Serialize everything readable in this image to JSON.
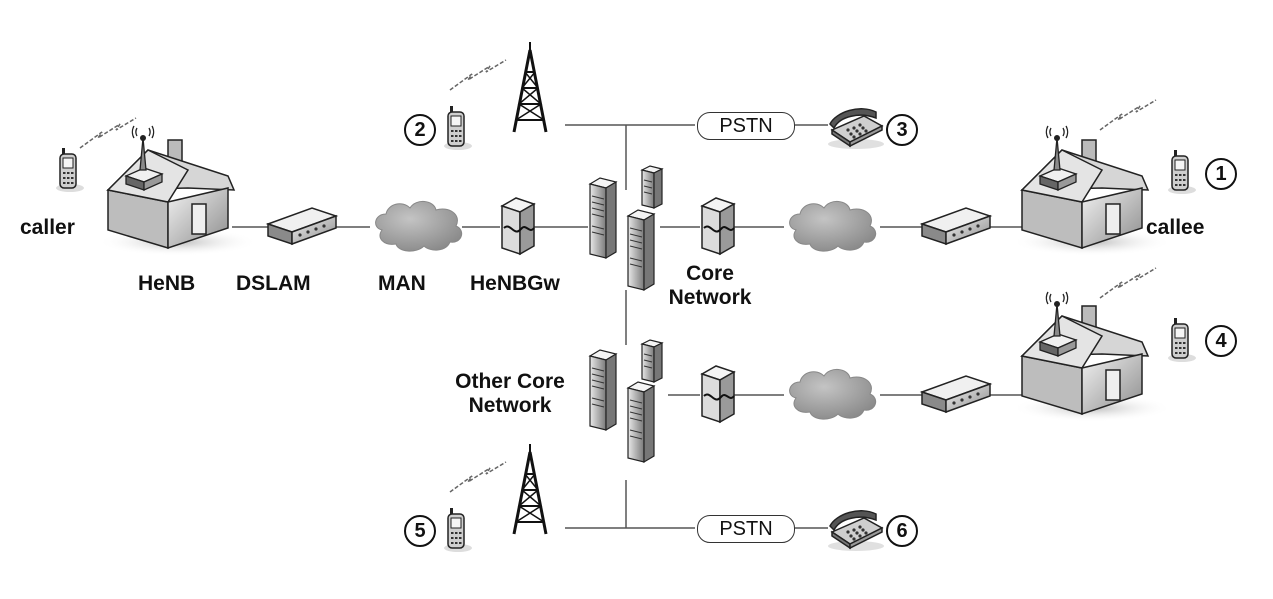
{
  "labels": {
    "caller": "caller",
    "callee": "callee",
    "henb": "HeNB",
    "dslam": "DSLAM",
    "man": "MAN",
    "henbgw": "HeNBGw",
    "core_network": [
      "Core",
      "Network"
    ],
    "other_core_network": [
      "Other Core",
      "Network"
    ]
  },
  "pstn": [
    "PSTN",
    "PSTN"
  ],
  "numbers": [
    "1",
    "2",
    "3",
    "4",
    "5",
    "6"
  ],
  "colors": {
    "line": "#555555",
    "cloud": "#9a9a9a",
    "device": "#d8d8d8",
    "outline": "#222222"
  }
}
